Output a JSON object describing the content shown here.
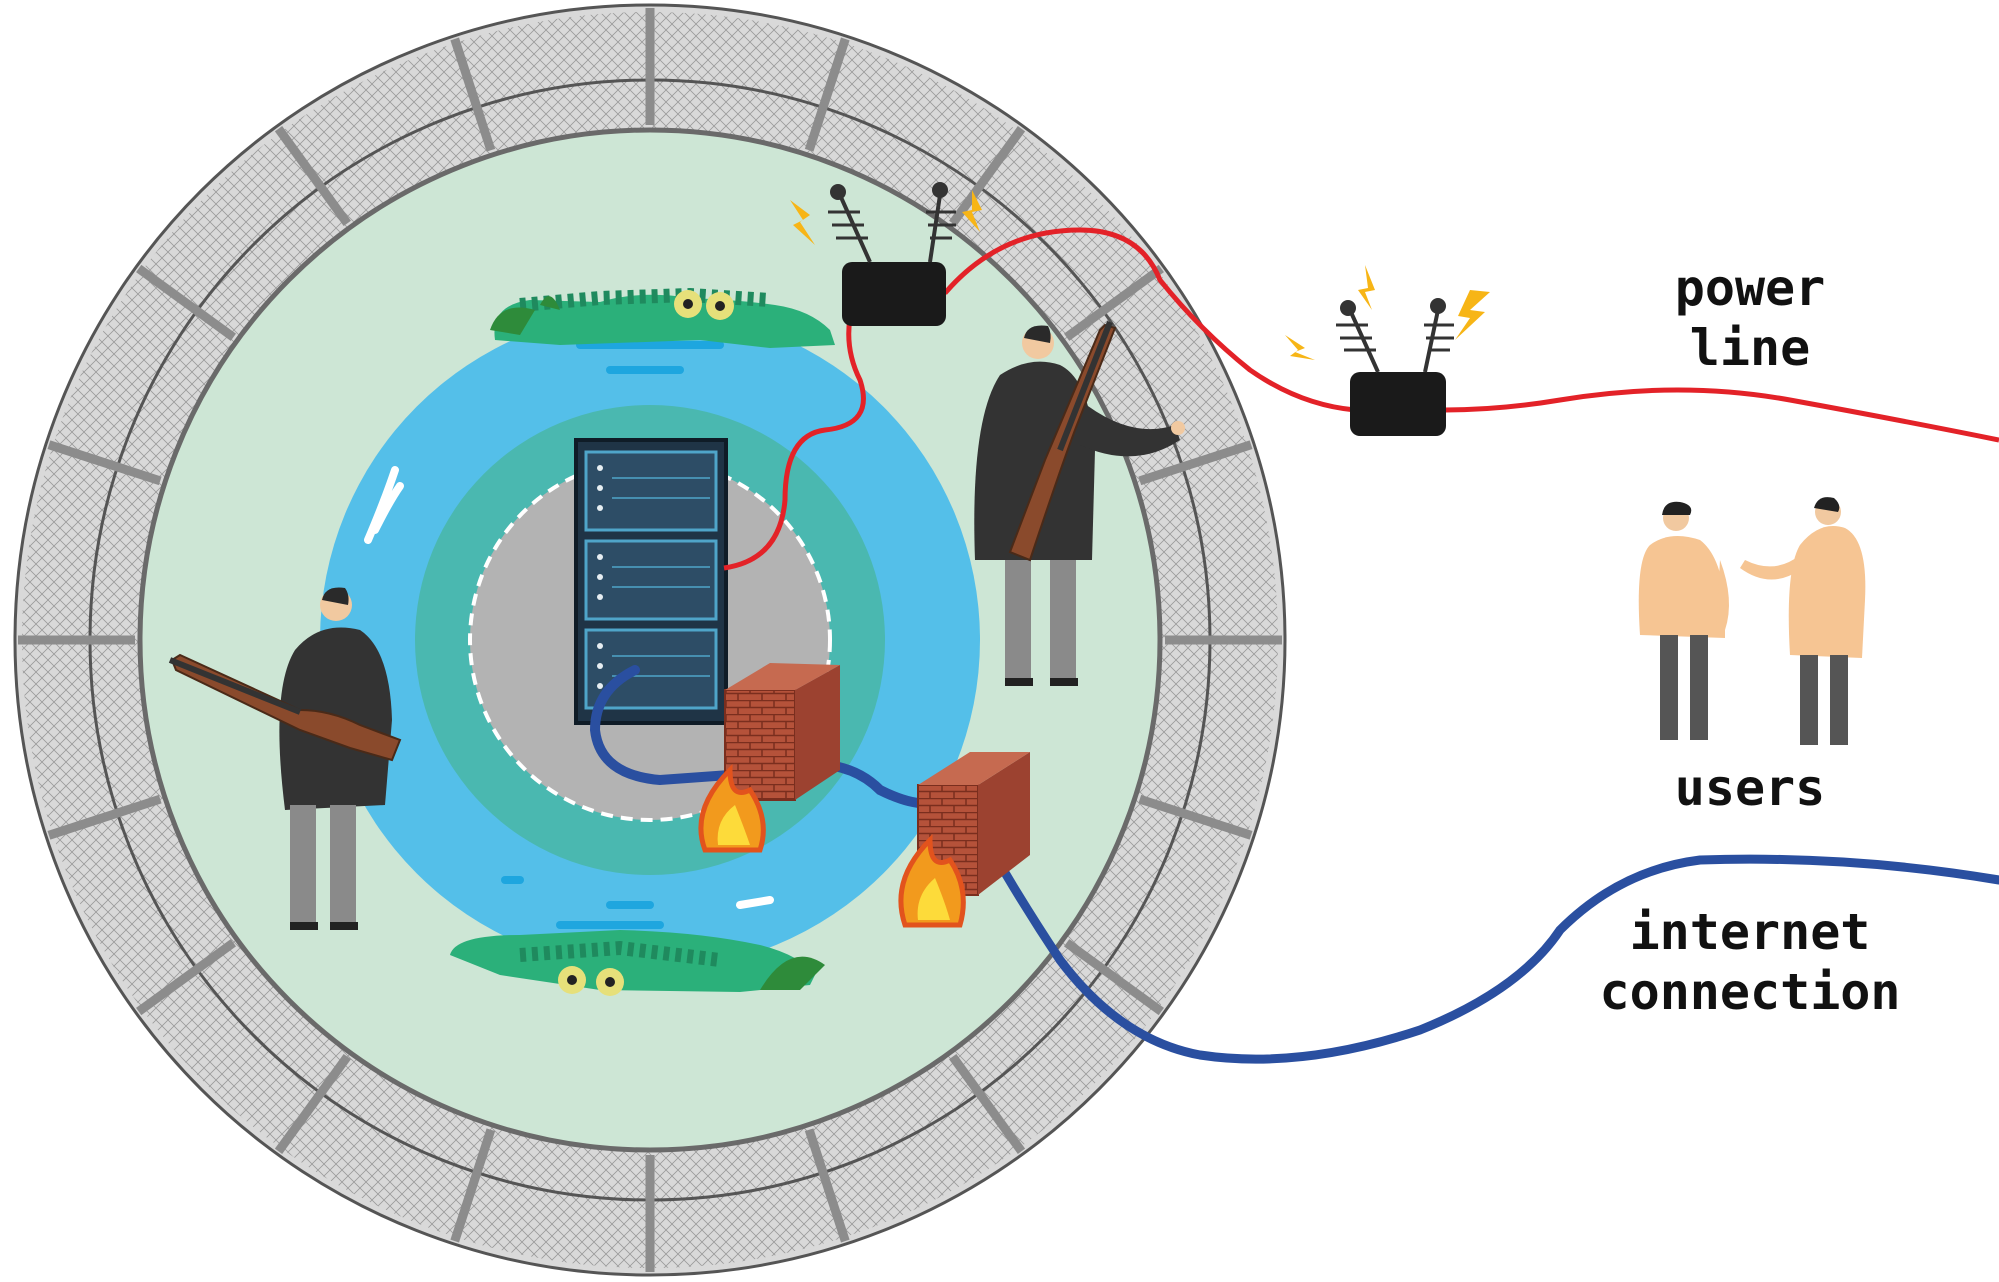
{
  "labels": {
    "power_line": "power\nline",
    "users": "users",
    "internet_connection": "internet\nconnection"
  },
  "colors": {
    "power_cable": "#e32228",
    "internet_cable": "#2a4fa0",
    "moat_water": "#54bfe9",
    "inner_ring": "#4ab8b0",
    "lawn": "#cde6d5",
    "core": "#b3b3b3",
    "server_rack": "#1f3446",
    "firewall_brick": "#b5523a",
    "guard_coat": "#333333",
    "user_shirt": "#f6c593",
    "router": "#1a1a1a",
    "spark": "#f7b516"
  }
}
